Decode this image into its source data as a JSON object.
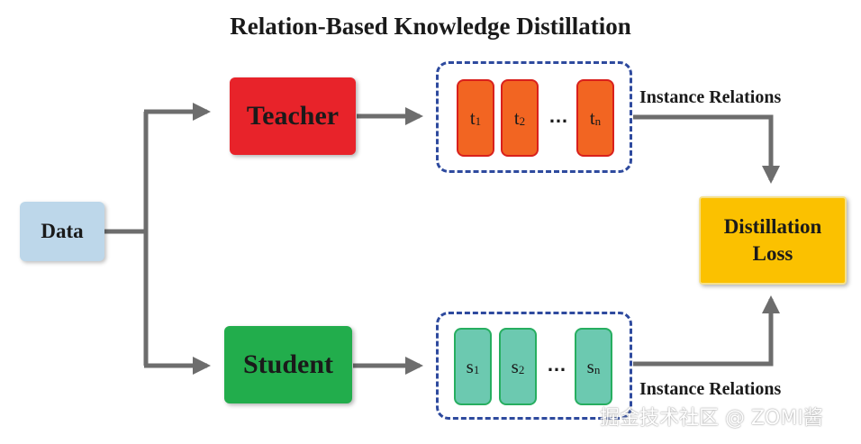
{
  "title": "Relation-Based Knowledge Distillation",
  "nodes": {
    "data": "Data",
    "teacher": "Teacher",
    "student": "Student",
    "loss_line1": "Distillation",
    "loss_line2": "Loss"
  },
  "teacher_outputs": {
    "letter": "t",
    "subs": [
      "1",
      "2",
      "n"
    ],
    "ellipsis": "…"
  },
  "student_outputs": {
    "letter": "s",
    "subs": [
      "1",
      "2",
      "n"
    ],
    "ellipsis": "…"
  },
  "relation_labels": {
    "teacher": "Instance Relations",
    "student": "Instance Relations"
  },
  "watermark": "掘金技术社区 @ ZOMI酱",
  "colors": {
    "arrow": "#6d6d6d",
    "data": "#bdd7ea",
    "teacher": "#e8232a",
    "student": "#22ad4c",
    "loss": "#fbc100",
    "teacher_cell": "#f26522",
    "student_cell": "#6cc9b0",
    "group_border": "#2e4a9e"
  }
}
